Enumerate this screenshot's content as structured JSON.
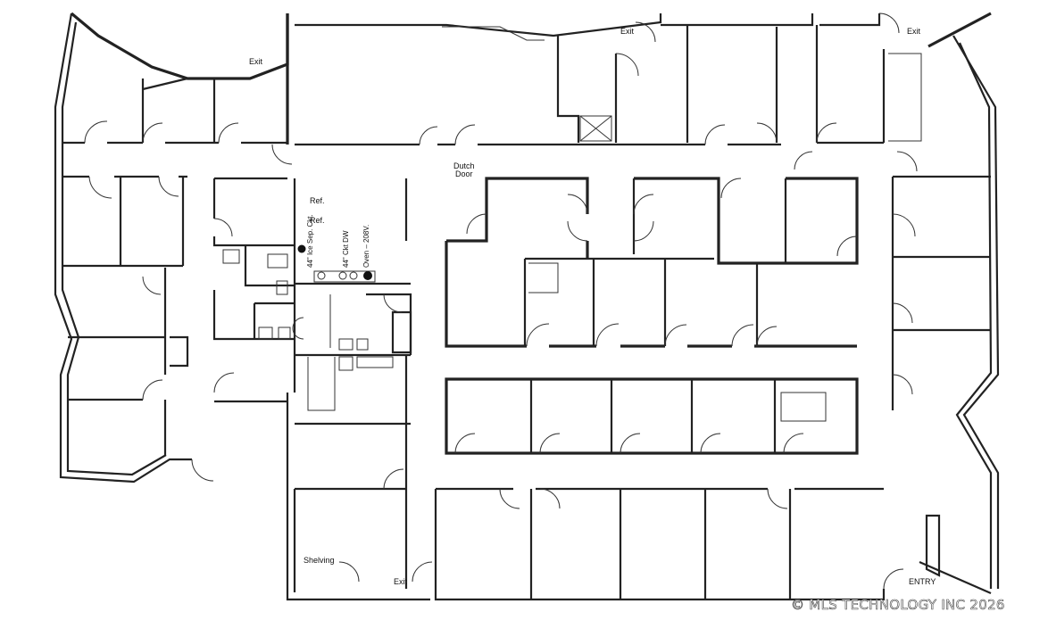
{
  "labels": {
    "exit_top_left": "Exit",
    "exit_top_mid": "Exit",
    "exit_top_right": "Exit",
    "exit_bottom": "Exit",
    "entry": "ENTRY",
    "dutch_door_1": "Dutch",
    "dutch_door_2": "Door",
    "ref_1": "Ref.",
    "ref_2": "Ref.",
    "ice": "44\" Ice Sep. Ckt.",
    "dw": "44\" Ckt DW",
    "oven": "Oven – 208V.",
    "shelving": "Shelving"
  },
  "watermark": "© MLS TECHNOLOGY INC 2026"
}
